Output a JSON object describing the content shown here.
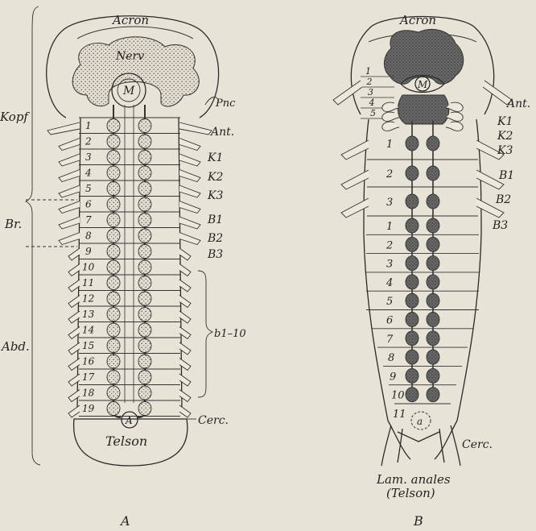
{
  "figure_a": {
    "caption": "A",
    "acron": "Acron",
    "nerv": "Nerv",
    "mouth": "M",
    "anus": "A",
    "telson": "Telson",
    "region_labels": [
      "Kopf",
      "Br.",
      "Abd."
    ],
    "appendage_labels": [
      "Ant.",
      "K1",
      "K2",
      "K3",
      "B1",
      "B2",
      "B3",
      "b1–10",
      "Cerc."
    ],
    "segment_numbers": [
      "1",
      "2",
      "3",
      "4",
      "5",
      "6",
      "7",
      "8",
      "9",
      "10",
      "11",
      "12",
      "13",
      "14",
      "15",
      "16",
      "17",
      "18",
      "19"
    ],
    "handwritten_note": "Pnc"
  },
  "figure_b": {
    "caption": "B",
    "acron": "Acron",
    "mouth": "M",
    "anus": "a",
    "lam_anales": "Lam. anales",
    "telson_paren": "(Telson)",
    "appendage_labels": [
      "Ant.",
      "K1",
      "K2",
      "K3",
      "B1",
      "B2",
      "B3",
      "Cerc."
    ],
    "head_segment_numbers": [
      "1",
      "2",
      "3",
      "4",
      "5"
    ],
    "thorax_segment_numbers": [
      "1",
      "2",
      "3"
    ],
    "abdomen_segment_numbers": [
      "1",
      "2",
      "3",
      "4",
      "5",
      "6",
      "7",
      "8",
      "9",
      "10",
      "11"
    ]
  }
}
